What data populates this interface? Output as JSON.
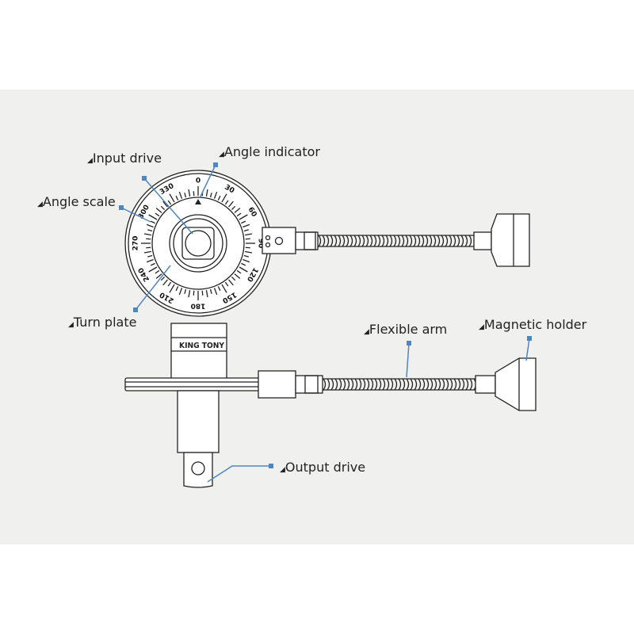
{
  "labels": {
    "input_drive": "Input drive",
    "angle_indicator": "Angle indicator",
    "angle_scale": "Angle scale",
    "turn_plate": "Turn plate",
    "flexible_arm": "Flexible arm",
    "magnetic_holder": "Magnetic holder",
    "output_drive": "Output drive"
  },
  "scale_numbers": [
    "0",
    "30",
    "60",
    "90",
    "120",
    "150",
    "180",
    "210",
    "240",
    "270",
    "300",
    "330"
  ],
  "brand": "KING TONY",
  "colors": {
    "leader": "#4f86bd",
    "panel": "#f0f0ee",
    "line": "#222222"
  }
}
